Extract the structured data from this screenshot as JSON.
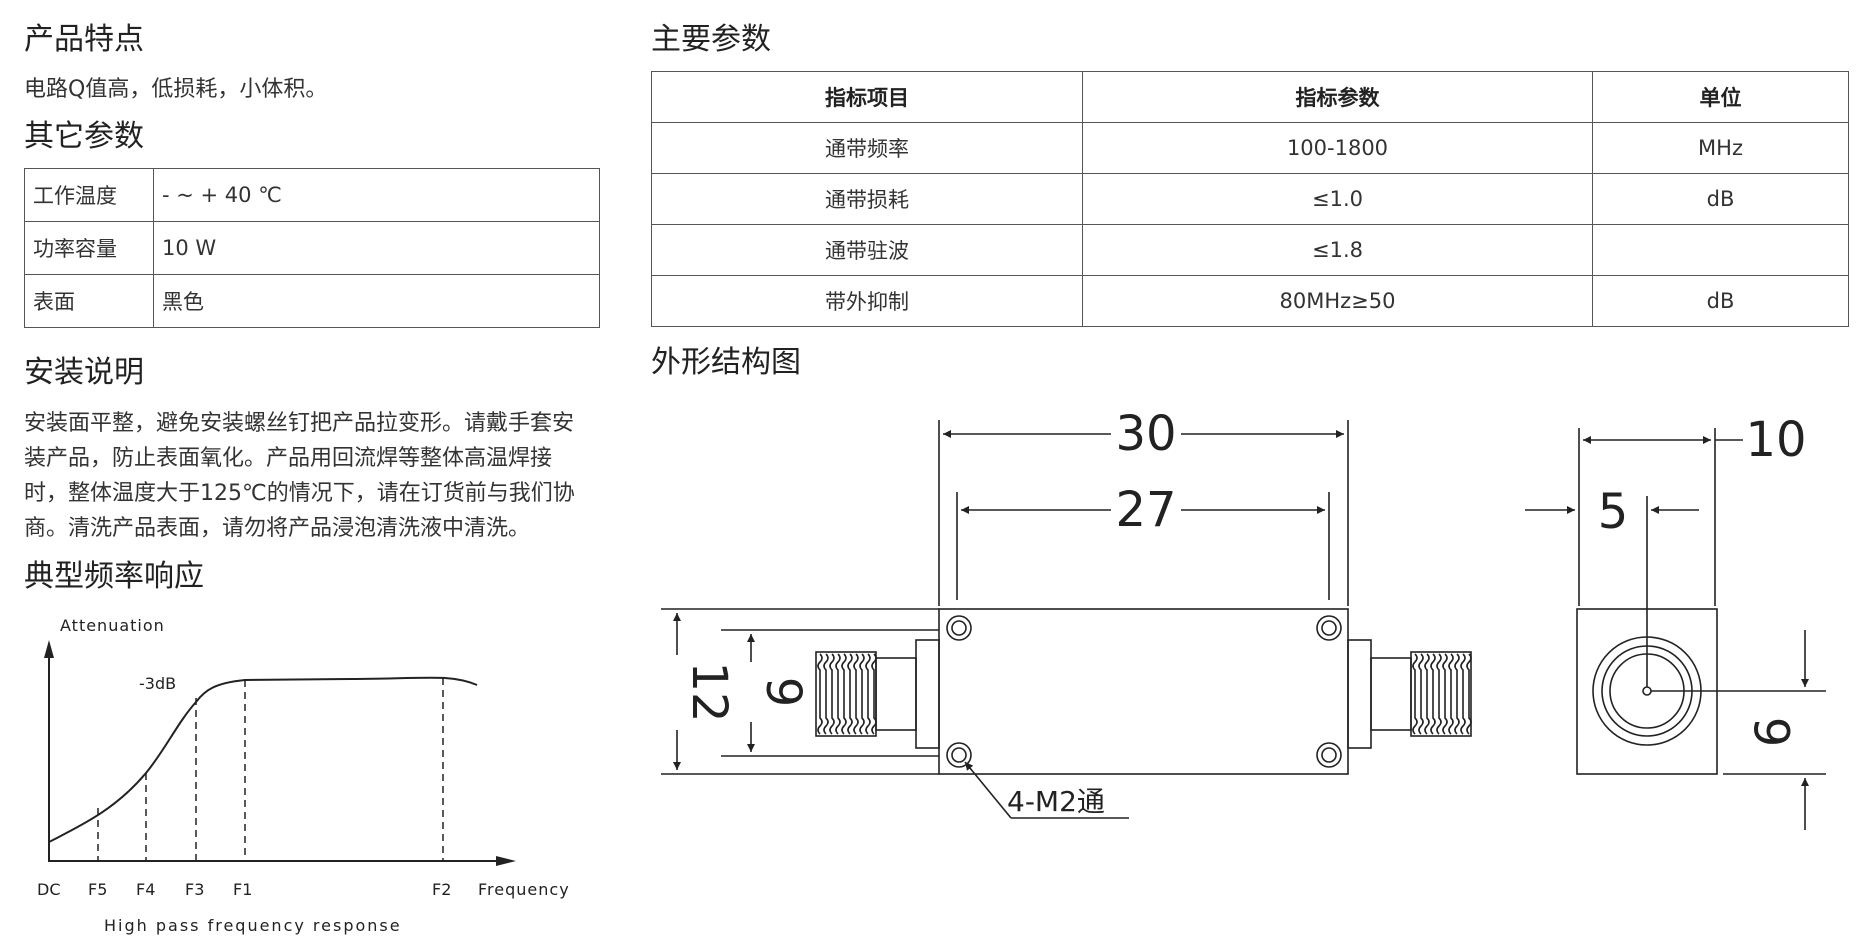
{
  "features": {
    "title": "产品特点",
    "text": "电路Q值高，低损耗，小体积。"
  },
  "other_params": {
    "title": "其它参数",
    "rows": [
      {
        "key": "工作温度",
        "value": "- ~ + 40 ℃"
      },
      {
        "key": "功率容量",
        "value": "10 W"
      },
      {
        "key": "表面",
        "value": "黑色"
      }
    ]
  },
  "install": {
    "title": "安装说明",
    "lines": [
      "安装面平整，避免安装螺丝钉把产品拉变形。请戴手套安",
      "装产品，防止表面氧化。产品用回流焊等整体高温焊接",
      "时，整体温度大于125℃的情况下，请在订货前与我们协",
      "商。清洗产品表面，请勿将产品浸泡清洗液中清洗。"
    ]
  },
  "response": {
    "title": "典型频率响应",
    "ylabel": "Attenuation",
    "marker": "-3dB",
    "ticks": [
      "DC",
      "F5",
      "F4",
      "F3",
      "F1",
      "F2",
      "Frequency"
    ],
    "caption": "High pass frequency response"
  },
  "main_params": {
    "title": "主要参数",
    "headers": [
      "指标项目",
      "指标参数",
      "单位"
    ],
    "rows": [
      [
        "通带频率",
        "100-1800",
        "MHz"
      ],
      [
        "通带损耗",
        "≤1.0",
        "dB"
      ],
      [
        "通带驻波",
        "≤1.8",
        ""
      ],
      [
        "带外抑制",
        "80MHz≥50",
        "dB"
      ]
    ]
  },
  "drawing": {
    "title": "外形结构图",
    "dims": {
      "d30": "30",
      "d27": "27",
      "d10": "10",
      "d5": "5",
      "d12": "12",
      "d9": "9",
      "d6": "6"
    },
    "note": "4-M2通"
  },
  "colors": {
    "text": "#333333",
    "border": "#555555",
    "line": "#222222"
  }
}
